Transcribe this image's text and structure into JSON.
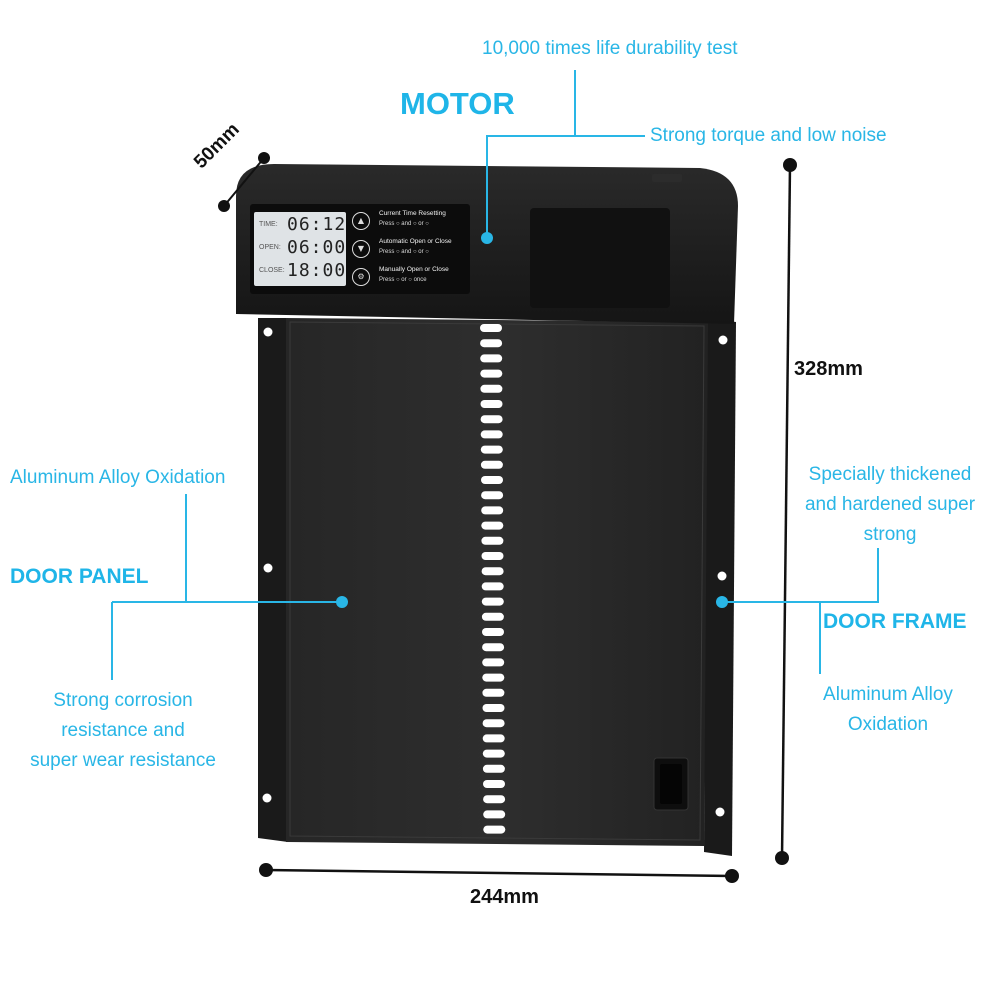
{
  "colors": {
    "accent": "#29b6e6",
    "device": "#1b1b1b",
    "lcd": "#dfe3e6"
  },
  "motor": {
    "title": "MOTOR",
    "durability": "10,000 times life durability test",
    "torque": "Strong torque and low noise"
  },
  "dimensions": {
    "depth": "50mm",
    "height": "328mm",
    "width": "244mm"
  },
  "door_panel": {
    "title": "DOOR PANEL",
    "material": "Aluminum Alloy Oxidation",
    "feature_lines": [
      "Strong corrosion",
      "resistance and",
      "super wear resistance"
    ]
  },
  "door_frame": {
    "title": "DOOR FRAME",
    "feature_lines": [
      "Specially thickened",
      "and hardened super",
      "strong"
    ],
    "material_lines": [
      "Aluminum Alloy",
      "Oxidation"
    ]
  },
  "lcd": {
    "rows": [
      {
        "label": "TIME:",
        "value": "06:12"
      },
      {
        "label": "OPEN:",
        "value": "06:00"
      },
      {
        "label": "CLOSE:",
        "value": "18:00"
      }
    ]
  },
  "controls": [
    {
      "icon": "up-arrow-icon",
      "title": "Current Time Resetting",
      "press": "Press",
      "and": "and",
      "or": "or",
      "suffix": ""
    },
    {
      "icon": "down-arrow-icon",
      "title": "Automatic Open or Close",
      "press": "Press",
      "and": "and",
      "or": "or",
      "suffix": ""
    },
    {
      "icon": "gear-icon",
      "title": "Manually Open or Close",
      "press": "Press",
      "and": "",
      "or": "or",
      "suffix": "once"
    }
  ]
}
